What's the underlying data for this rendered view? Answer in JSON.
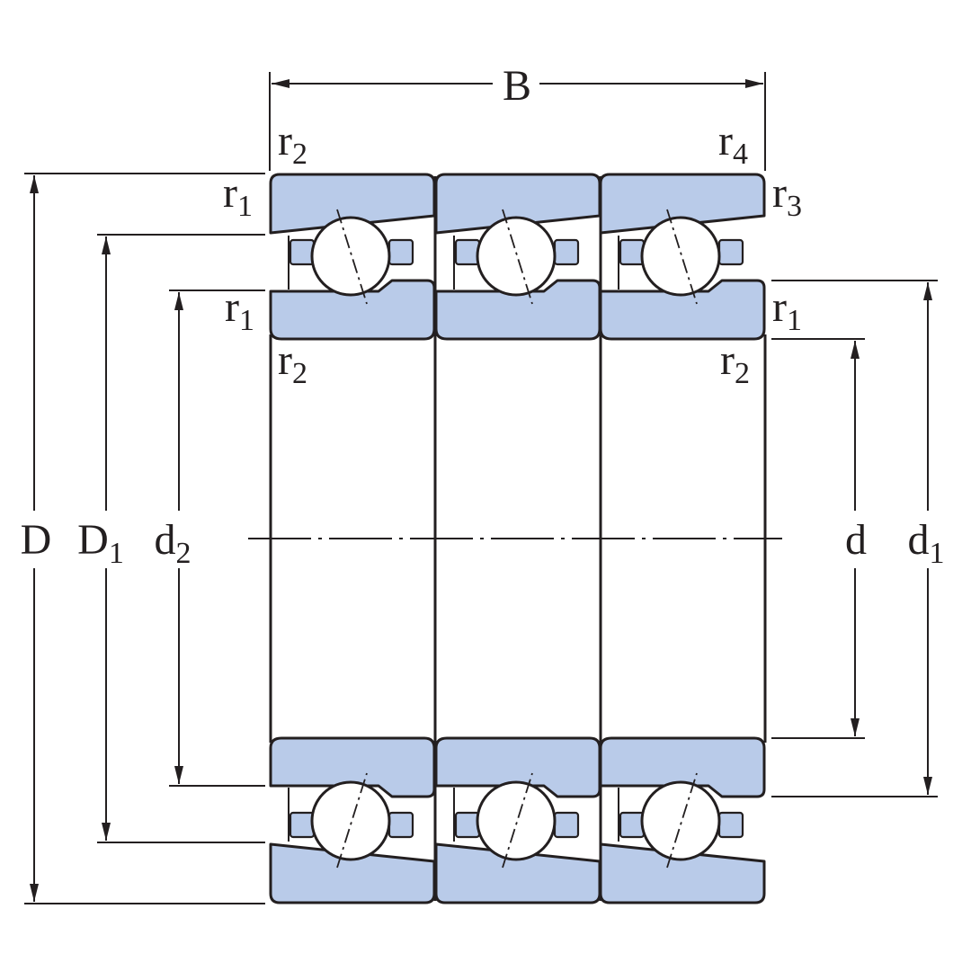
{
  "labels": {
    "B": "B",
    "D": "D",
    "D1": {
      "main": "D",
      "sub": "1"
    },
    "d2": {
      "main": "d",
      "sub": "2"
    },
    "d": "d",
    "d1": {
      "main": "d",
      "sub": "1"
    },
    "r_top_left": {
      "main": "r",
      "sub": "2"
    },
    "r_top_right": {
      "main": "r",
      "sub": "4"
    },
    "r_outer_left": {
      "main": "r",
      "sub": "1"
    },
    "r_outer_right": {
      "main": "r",
      "sub": "3"
    },
    "r_inner_left": {
      "main": "r",
      "sub": "1"
    },
    "r_inner_right": {
      "main": "r",
      "sub": "1"
    },
    "r_bore_left": {
      "main": "r",
      "sub": "2"
    },
    "r_bore_right": {
      "main": "r",
      "sub": "2"
    }
  },
  "colors": {
    "ring_fill": "#b9cbe9",
    "line": "#231f20"
  }
}
